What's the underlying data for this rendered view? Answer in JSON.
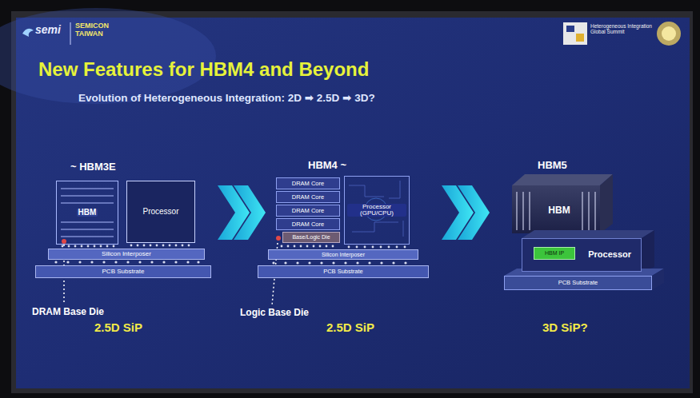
{
  "diagram": {
    "title": "New Features for HBM4 and Beyond",
    "nodes": [
      {
        "text": [
          "HBM"
        ]
      },
      {
        "text": [
          "Processor"
        ]
      },
      {
        "text": [
          "Silicon Interposer"
        ]
      },
      {
        "text": [
          "PCB Substrate"
        ]
      },
      {
        "text": [
          "DRAM Core"
        ]
      },
      {
        "text": [
          "DRAM Core"
        ]
      },
      {
        "text": [
          "DRAM Core"
        ]
      },
      {
        "text": [
          "DRAM Core"
        ]
      },
      {
        "text": [
          "Base/Logic Die"
        ]
      },
      {
        "text": [
          "Processor (GPU/CPU)"
        ]
      },
      {
        "text": [
          "Silicon Interposer"
        ]
      },
      {
        "text": [
          "PCB Substrate"
        ]
      },
      {
        "text": [
          "HBM"
        ]
      },
      {
        "text": [
          "Processor"
        ]
      },
      {
        "text": [
          "HBM IP"
        ],
        "in": 13
      },
      {
        "text": [
          "PCB Substrate"
        ]
      }
    ],
    "labels": [
      "semi",
      "SEMICON TAIWAN",
      "Heterogeneous Integration Global Summit",
      "Evolution of Heterogeneous Integration: 2D ➡ 2.5D ➡ 3D?",
      "~ HBM3E",
      "HBM4 ~",
      "HBM5",
      "DRAM Base Die",
      "Logic Base Die",
      "2.5D SiP",
      "2.5D SiP",
      "3D SiP?"
    ]
  }
}
